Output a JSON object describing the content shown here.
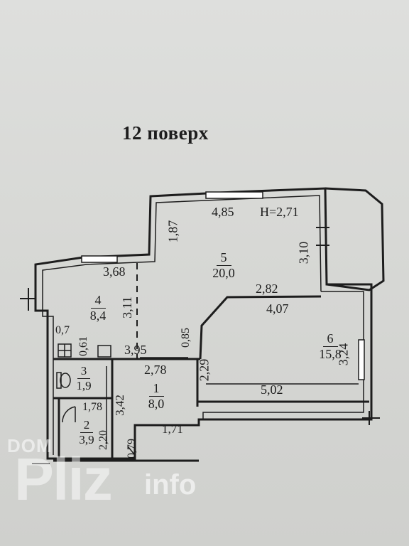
{
  "title": "12 поверх",
  "ceiling_height": "H=2,71",
  "rooms": [
    {
      "number": "1",
      "area": "8,0"
    },
    {
      "number": "2",
      "area": "3,9"
    },
    {
      "number": "3",
      "area": "1,9"
    },
    {
      "number": "4",
      "area": "8,4"
    },
    {
      "number": "5",
      "area": "20,0"
    },
    {
      "number": "6",
      "area": "15,8"
    }
  ],
  "dimensions": [
    "4,85",
    "1,87",
    "3,10",
    "3,68",
    "3,11",
    "2,82",
    "4,07",
    "0,7",
    "0,61",
    "3,95",
    "0,85",
    "3,24",
    "2,78",
    "2,29",
    "5,02",
    "1,78",
    "3,42",
    "1,71",
    "2,20",
    "0,79"
  ],
  "watermark": {
    "dom": "DOM",
    "pliz": "Pliz",
    "info": "info"
  },
  "colors": {
    "line": "#1d1d1d",
    "paper": "#d9d9d7"
  }
}
